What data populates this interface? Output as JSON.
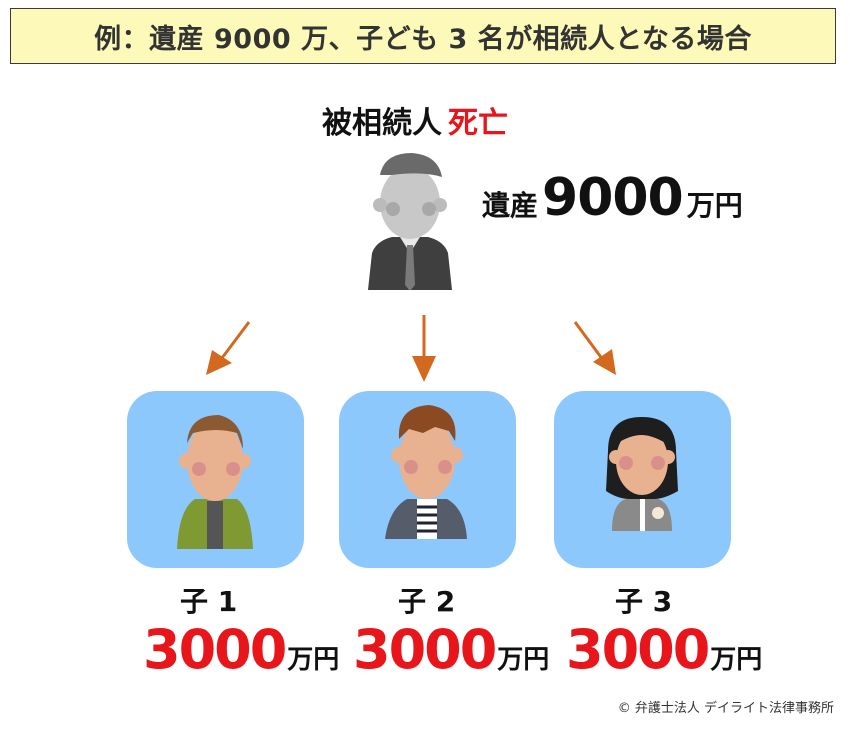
{
  "title": "例：遺産 9000 万、子ども 3 名が相続人となる場合",
  "decedent": {
    "label": "被相続人",
    "status": "死亡",
    "estate_label": "遺産",
    "estate_amount": "9000",
    "estate_unit": "万円"
  },
  "children": [
    {
      "label": "子 1",
      "share_amount": "3000",
      "share_unit": "万円"
    },
    {
      "label": "子 2",
      "share_amount": "3000",
      "share_unit": "万円"
    },
    {
      "label": "子 3",
      "share_amount": "3000",
      "share_unit": "万円"
    }
  ],
  "colors": {
    "banner_bg": "#fdf9b8",
    "accent_red": "#e8161b",
    "arrow": "#d2691e",
    "child_box": "#8cc8fc"
  },
  "copyright": "© 弁護士法人 デイライト法律事務所"
}
